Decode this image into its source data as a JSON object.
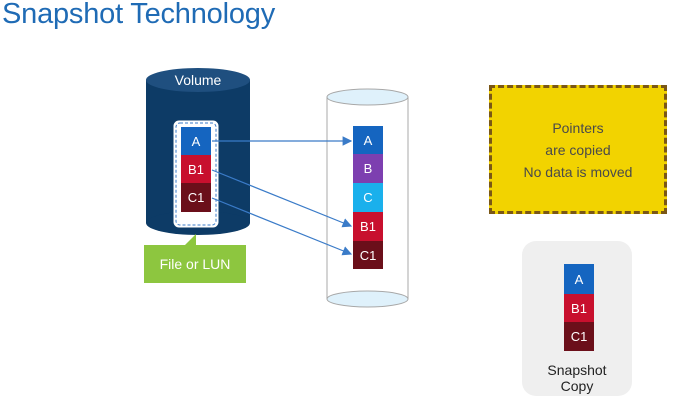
{
  "title": "Snapshot Technology",
  "volume": {
    "label": "Volume",
    "blocks": [
      {
        "label": "A",
        "color": "#1565c0"
      },
      {
        "label": "B1",
        "color": "#c8102e"
      },
      {
        "label": "C1",
        "color": "#6b0f1a"
      }
    ],
    "tag_label": "File or LUN"
  },
  "storage": {
    "blocks": [
      {
        "label": "A",
        "color": "#1565c0"
      },
      {
        "label": "B",
        "color": "#7d3fb0"
      },
      {
        "label": "C",
        "color": "#1ab0ec"
      },
      {
        "label": "B1",
        "color": "#c8102e"
      },
      {
        "label": "C1",
        "color": "#6b0f1a"
      }
    ]
  },
  "note": {
    "lines": [
      "Pointers",
      "are copied",
      "No data is moved"
    ]
  },
  "snapshot": {
    "blocks": [
      {
        "label": "A",
        "color": "#1565c0"
      },
      {
        "label": "B1",
        "color": "#c8102e"
      },
      {
        "label": "C1",
        "color": "#6b0f1a"
      }
    ],
    "label_lines": [
      "Snapshot",
      "Copy"
    ]
  },
  "colors": {
    "title": "#1f6bb5",
    "volume_body": "#0d3b66",
    "volume_top": "#1f4f7f",
    "arrow": "#3a7bc8",
    "pointer": "#f5b800",
    "note_fill": "#f2d300",
    "note_border": "#7a5716",
    "tag": "#8dc63f"
  }
}
